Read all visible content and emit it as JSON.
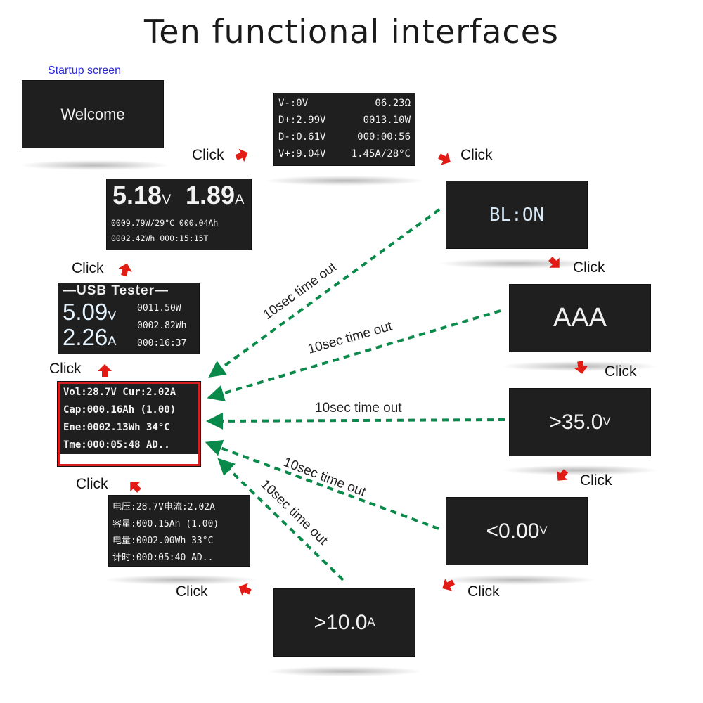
{
  "title": "Ten functional interfaces",
  "startup_label": "Startup screen",
  "click_label": "Click",
  "timeout_label": "10sec time out",
  "accent_colors": {
    "arrow": "#e21b14",
    "timeout_line": "#0a8a4a",
    "highlight_border": "#d81e1e"
  },
  "screens": {
    "welcome": {
      "text": "Welcome"
    },
    "data_lines": {
      "r1l": "V-:0V",
      "r1r": "06.23Ω",
      "r2l": "D+:2.99V",
      "r2r": "0013.10W",
      "r3l": "D-:0.61V",
      "r3r": "000:00:56",
      "r4l": "V+:9.04V",
      "r4r": "1.45A/28°C"
    },
    "big_va": {
      "v": "5.18",
      "v_unit": "V",
      "a": "1.89",
      "a_unit": "A",
      "l1": "0009.79W/29°C 000.04Ah",
      "l2": "0002.42Wh  000:15:15T"
    },
    "usb_tester": {
      "header": "USB Tester",
      "v": "5.09",
      "v_unit": "V",
      "a": "2.26",
      "a_unit": "A",
      "w": "0011.50W",
      "wh": "0002.82Wh",
      "t": "000:16:37"
    },
    "english_main": {
      "r1": "Vol:28.7V Cur:2.02A",
      "r2": "Cap:000.16Ah  (1.00)",
      "r3": "Ene:0002.13Wh   34°C",
      "r4": "Tme:000:05:48  AD.."
    },
    "chinese_main": {
      "r1": "电压:28.7V电流:2.02A",
      "r2": "容量:000.15Ah  (1.00)",
      "r3": "电量:0002.00Wh  33°C",
      "r4": "计时:000:05:40  AD.."
    },
    "backlight": {
      "text": "BL:ON"
    },
    "aaa": {
      "text": "AAA"
    },
    "over_voltage": {
      "text": ">35.0",
      "unit": "V"
    },
    "under_voltage": {
      "text": "<0.00",
      "unit": "V"
    },
    "over_current": {
      "text": ">10.0",
      "unit": "A"
    }
  }
}
